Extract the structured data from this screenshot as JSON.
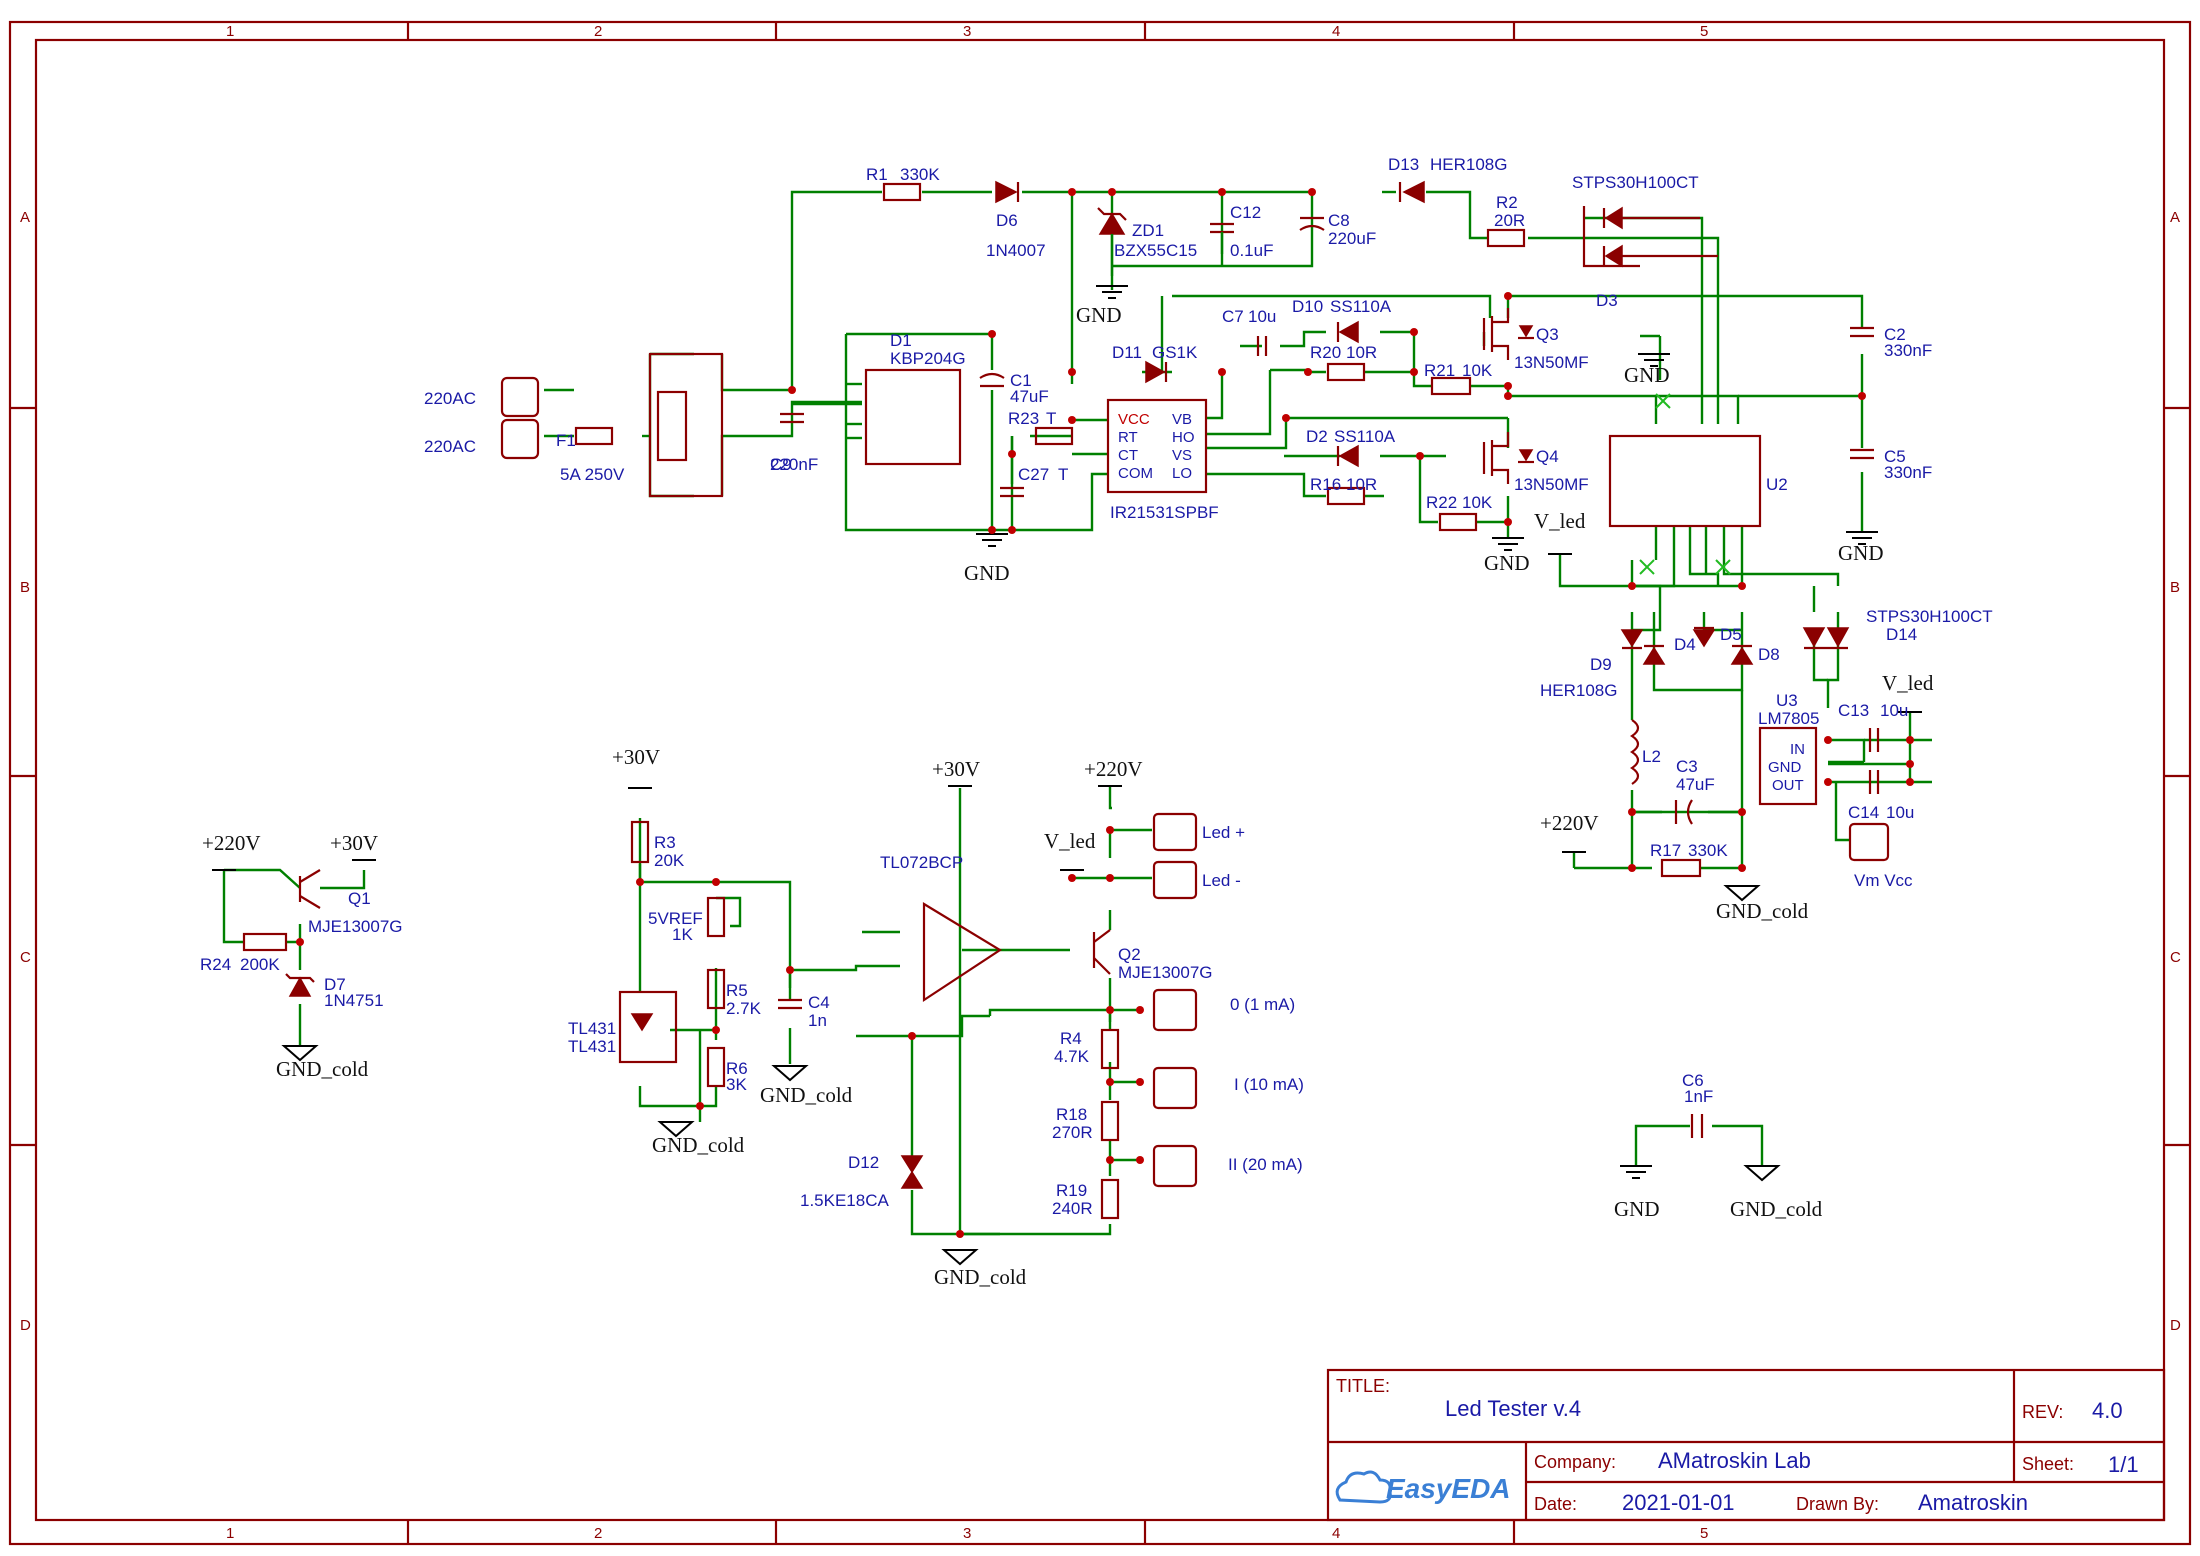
{
  "colors": {
    "wire": "#008000",
    "component": "#8b0000",
    "label": "#1a1aa6",
    "net": "#111111",
    "junction": "#c00000"
  },
  "frame": {
    "columns": [
      "1",
      "2",
      "3",
      "4",
      "5"
    ],
    "rows": [
      "A",
      "B",
      "C",
      "D"
    ]
  },
  "title_block": {
    "title_label": "TITLE:",
    "title": "Led Tester v.4",
    "rev_label": "REV:",
    "rev": "4.0",
    "company_label": "Company:",
    "company": "AMatroskin Lab",
    "sheet_label": "Sheet:",
    "sheet": "1/1",
    "date_label": "Date:",
    "date": "2021-01-01",
    "drawn_label": "Drawn By:",
    "drawn_by": "Amatroskin",
    "logo": "EasyEDA"
  },
  "nets": {
    "gnd": "GND",
    "gnd_cold": "GND_cold",
    "v30": "+30V",
    "v220": "+220V",
    "vled": "V_led"
  },
  "connectors": {
    "ac1": "220AC",
    "ac2": "220AC",
    "led_plus": "Led +",
    "led_minus": "Led -",
    "range0": "0 (1 mA)",
    "range1": "I (10 mA)",
    "range2": "II (20 mA)",
    "vm": "Vm Vcc"
  },
  "components": {
    "r1": {
      "ref": "R1",
      "value": "330K"
    },
    "d6": {
      "ref": "D6",
      "value": "1N4007"
    },
    "zd1": {
      "ref": "ZD1",
      "value": "BZX55C15"
    },
    "c12": {
      "ref": "C12",
      "value": "0.1uF"
    },
    "c8": {
      "ref": "C8",
      "value": "220uF"
    },
    "d13": {
      "ref": "D13",
      "value": "HER108G"
    },
    "r2": {
      "ref": "R2",
      "value": "20R"
    },
    "d3": {
      "ref": "D3",
      "value": "STPS30H100CT"
    },
    "f1": {
      "ref": "F1",
      "value": "5A 250V"
    },
    "c9": {
      "ref": "C9",
      "value": "220nF"
    },
    "d1": {
      "ref": "D1",
      "value": "KBP204G"
    },
    "c1": {
      "ref": "C1",
      "value": "47uF"
    },
    "r23": {
      "ref": "R23",
      "value": "T"
    },
    "c27": {
      "ref": "C27",
      "value": "T"
    },
    "d11": {
      "ref": "D11",
      "value": "GS1K"
    },
    "c7": {
      "ref": "C7",
      "value": "10u"
    },
    "u_drv": {
      "ref": "IR21531SPBF",
      "pins": [
        "VCC",
        "RT",
        "CT",
        "COM",
        "VB",
        "HO",
        "VS",
        "LO"
      ]
    },
    "d10": {
      "ref": "D10",
      "value": "SS110A"
    },
    "r20": {
      "ref": "R20",
      "value": "10R"
    },
    "r21": {
      "ref": "R21",
      "value": "10K"
    },
    "q3": {
      "ref": "Q3",
      "value": "13N50MF"
    },
    "d2": {
      "ref": "D2",
      "value": "SS110A"
    },
    "r16": {
      "ref": "R16",
      "value": "10R"
    },
    "r22": {
      "ref": "R22",
      "value": "10K"
    },
    "q4": {
      "ref": "Q4",
      "value": "13N50MF"
    },
    "c2": {
      "ref": "C2",
      "value": "330nF"
    },
    "c5": {
      "ref": "C5",
      "value": "330nF"
    },
    "u2": {
      "ref": "U2"
    },
    "d14": {
      "ref": "D14",
      "value": "STPS30H100CT"
    },
    "d9": {
      "ref": "D9",
      "value": "HER108G"
    },
    "d4": {
      "ref": "D4"
    },
    "d5": {
      "ref": "D5"
    },
    "d8": {
      "ref": "D8"
    },
    "l2": {
      "ref": "L2"
    },
    "c3": {
      "ref": "C3",
      "value": "47uF"
    },
    "r17": {
      "ref": "R17",
      "value": "330K"
    },
    "u3": {
      "ref": "U3",
      "value": "LM7805",
      "pins": [
        "IN",
        "GND",
        "OUT"
      ]
    },
    "c13": {
      "ref": "C13",
      "value": "10u"
    },
    "c14": {
      "ref": "C14",
      "value": "10u"
    },
    "q1": {
      "ref": "Q1",
      "value": "MJE13007G"
    },
    "r24": {
      "ref": "R24",
      "value": "200K"
    },
    "d7": {
      "ref": "D7",
      "value": "1N4751"
    },
    "r3": {
      "ref": "R3",
      "value": "20K"
    },
    "vref": {
      "ref": "5VREF",
      "value": "1K"
    },
    "r5": {
      "ref": "R5",
      "value": "2.7K"
    },
    "r6": {
      "ref": "R6",
      "value": "3K"
    },
    "c4": {
      "ref": "C4",
      "value": "1n"
    },
    "tl431": {
      "ref": "TL431",
      "value": "TL431"
    },
    "opamp": {
      "ref": "TL072BCP"
    },
    "q2": {
      "ref": "Q2",
      "value": "MJE13007G"
    },
    "r4": {
      "ref": "R4",
      "value": "4.7K"
    },
    "r18": {
      "ref": "R18",
      "value": "270R"
    },
    "r19": {
      "ref": "R19",
      "value": "240R"
    },
    "d12": {
      "ref": "D12",
      "value": "1.5KE18CA"
    },
    "c6": {
      "ref": "C6",
      "value": "1nF"
    }
  }
}
